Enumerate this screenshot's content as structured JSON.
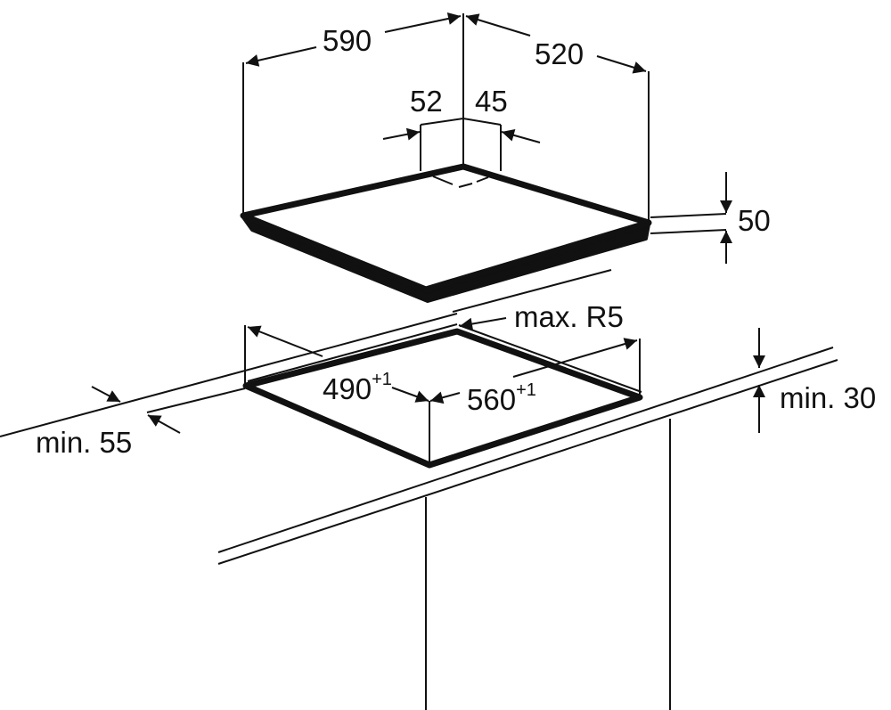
{
  "dimensions": {
    "hob_width": "590",
    "hob_depth": "520",
    "offset_left": "52",
    "offset_right": "45",
    "hob_height": "50",
    "corner_radius": "max. R5",
    "cutout_depth": "490",
    "cutout_depth_tolerance": "+1",
    "cutout_width": "560",
    "cutout_width_tolerance": "+1",
    "min_front_distance": "min. 55",
    "min_worktop_thickness": "min. 30"
  }
}
